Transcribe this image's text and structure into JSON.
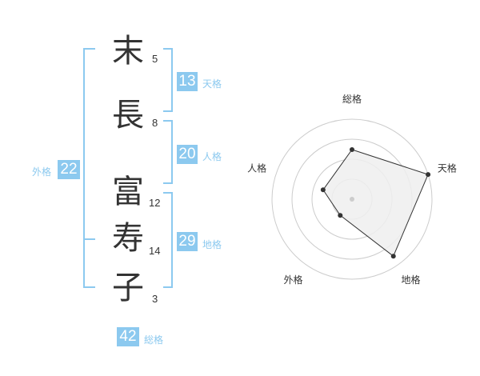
{
  "name_chars": [
    {
      "char": "末",
      "strokes": "5"
    },
    {
      "char": "長",
      "strokes": "8"
    },
    {
      "char": "富",
      "strokes": "12"
    },
    {
      "char": "寿",
      "strokes": "14"
    },
    {
      "char": "子",
      "strokes": "3"
    }
  ],
  "kaku": {
    "tenkaku": {
      "label": "天格",
      "value": "13"
    },
    "jinkaku": {
      "label": "人格",
      "value": "20"
    },
    "chikaku": {
      "label": "地格",
      "value": "29"
    },
    "gaikaku": {
      "label": "外格",
      "value": "22"
    },
    "soukaku": {
      "label": "総格",
      "value": "42"
    }
  },
  "chart_data": {
    "type": "radar",
    "axes": [
      "総格",
      "天格",
      "地格",
      "外格",
      "人格"
    ],
    "values": [
      0.62,
      1.0,
      0.88,
      0.25,
      0.38
    ],
    "rings": 4,
    "colors": {
      "fill": "#efefef",
      "stroke": "#333333",
      "grid": "#cccccc",
      "center": "#cccccc"
    }
  }
}
